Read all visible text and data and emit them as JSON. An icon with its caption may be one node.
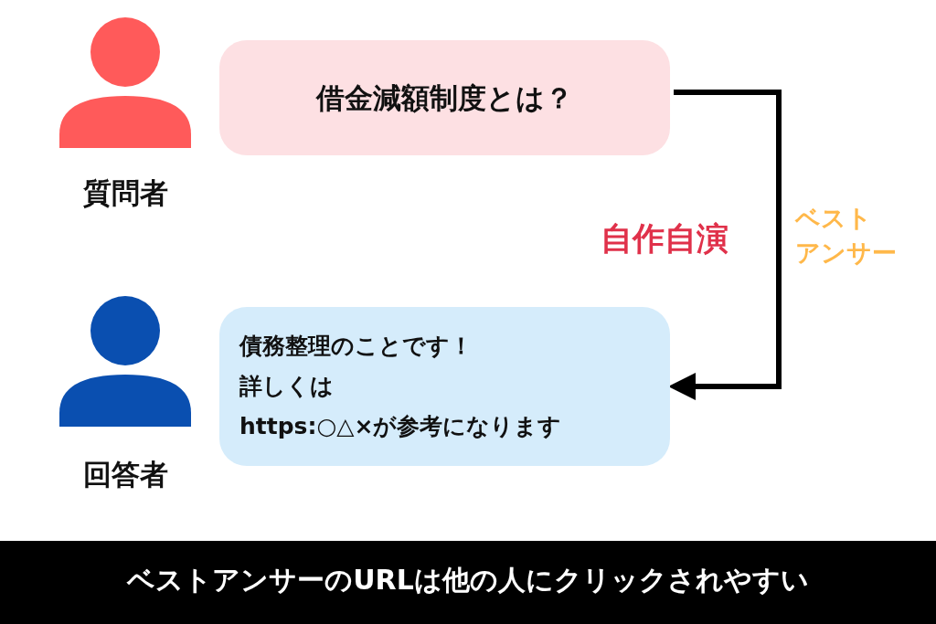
{
  "diagram": {
    "caption": "ベストアンサーのURLは他の人にクリックされやすい",
    "nodes": [
      {
        "text": [
          "借金減額制度とは？"
        ]
      },
      {
        "text": [
          "債務整理のことです！",
          "詳しくは",
          "https:○△×が参考になります"
        ]
      }
    ],
    "edges": [
      {
        "from": 0,
        "to": 1,
        "arrow": "to",
        "label": "ベストアンサー"
      }
    ],
    "labels": [
      "質問者",
      "自作自演",
      "回答者"
    ]
  }
}
